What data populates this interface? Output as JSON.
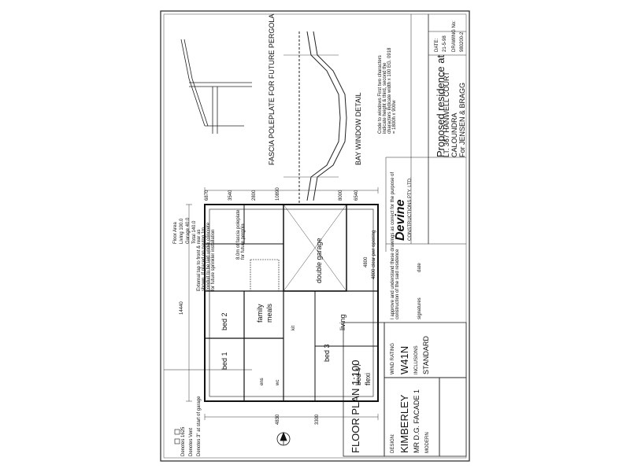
{
  "title_block": {
    "proposal_line": "Proposed residence at",
    "lot_line": "LT. 367 HANWELL COURT",
    "suburb": "CALOUNDRA",
    "client": "For JENSEN & BRAGG",
    "date_label": "DATE:",
    "date_value": "21-5-98",
    "drawing_no_label": "DRAWING No:",
    "drawing_no_value": "980200-2",
    "brand": "Devine",
    "brand_sub": "CONSTRUCTIONS PTY. LTD."
  },
  "design_block": {
    "design_label": "DESIGN:",
    "design_name": "KIMBERLEY",
    "facade": "MR D.G. FACADE 1",
    "style": "MODERN"
  },
  "wind_block": {
    "wind_label": "WIND RATING",
    "wind_value": "W41N",
    "inclusions_label": "INCLUSIONS",
    "inclusions_value": "STANDARD"
  },
  "plan": {
    "title": "FLOOR PLAN 1:100",
    "approval_text": "I approve and understand these drawings as correct for the purpose of construction of the said residence",
    "signatures_label": "signatures",
    "date_label": "date"
  },
  "floor_area": {
    "heading": "Floor Area",
    "living": "Living 100.0",
    "garage": "Garage 40.0",
    "total": "Total 140.0"
  },
  "rooms": {
    "bed1": "bed 1",
    "bed2": "bed 2",
    "bed3": "bed 3",
    "bed4": "bed 4 /",
    "flexi": "flexi",
    "family": "family",
    "meals": "meals",
    "living": "living",
    "double_garage": "double garage",
    "ens": "ens",
    "wc": "wc",
    "kit": "kit"
  },
  "details": {
    "fascia": "FASCIA POLEPLATE FOR FUTURE PERGOLA",
    "bay_window": "BAY WINDOW DETAIL",
    "window_note": "Code to windows First two characters indicate height & third, second the characters indicate width x 100 EG. 0918 = 1800h x 900w",
    "external_tap": "External tap to front & rear as shown. If placed on paving 1m conduit to be laid under concrete for future sprinkler installation",
    "fascia_note": "8.0m of fascia poleplate for future pergola",
    "denotes_1": "Denotes 1625",
    "denotes_2": "Denotes Vent",
    "denotes_3": "Denotes 3\" at start of garage"
  },
  "dimensions": {
    "top_overall": "10890",
    "top_a": "6870",
    "top_b": "3540",
    "top_c": "2800",
    "left_overall": "14440",
    "left_a": "4830",
    "left_b": "3300",
    "right_a": "8000",
    "right_b": "6540",
    "garage_width": "4800",
    "garage_door": "4800 clear pwr opening"
  }
}
